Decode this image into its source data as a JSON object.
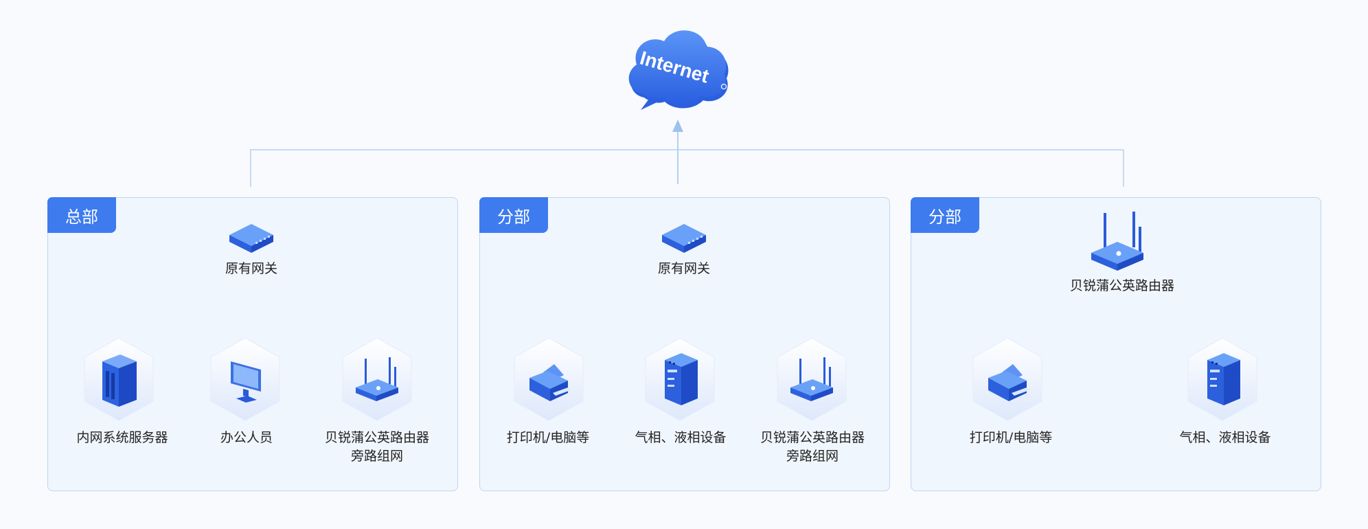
{
  "internet": {
    "label": "Internet"
  },
  "colors": {
    "accent": "#3d7bee",
    "line": "#c6daf2",
    "panel_bg": "#f0f6fd",
    "panel_border": "#bcd6f2"
  },
  "panels": [
    {
      "tab": "总部",
      "gateway": {
        "label": "原有网关",
        "icon": "gateway-switch-icon"
      },
      "devices": [
        {
          "label": "内网系统服务器",
          "icon": "server-icon"
        },
        {
          "label": "办公人员",
          "icon": "monitor-icon"
        },
        {
          "label_line1": "贝锐蒲公英路由器",
          "label_line2": "旁路组网",
          "icon": "router-icon"
        }
      ]
    },
    {
      "tab": "分部",
      "gateway": {
        "label": "原有网关",
        "icon": "gateway-switch-icon"
      },
      "devices": [
        {
          "label": "打印机/电脑等",
          "icon": "printer-icon"
        },
        {
          "label": "气相、液相设备",
          "icon": "instrument-icon"
        },
        {
          "label_line1": "贝锐蒲公英路由器",
          "label_line2": "旁路组网",
          "icon": "router-icon"
        }
      ]
    },
    {
      "tab": "分部",
      "gateway": {
        "label": "贝锐蒲公英路由器",
        "icon": "router-icon"
      },
      "devices": [
        {
          "label": "打印机/电脑等",
          "icon": "printer-icon"
        },
        {
          "label": "气相、液相设备",
          "icon": "instrument-icon"
        }
      ]
    }
  ]
}
